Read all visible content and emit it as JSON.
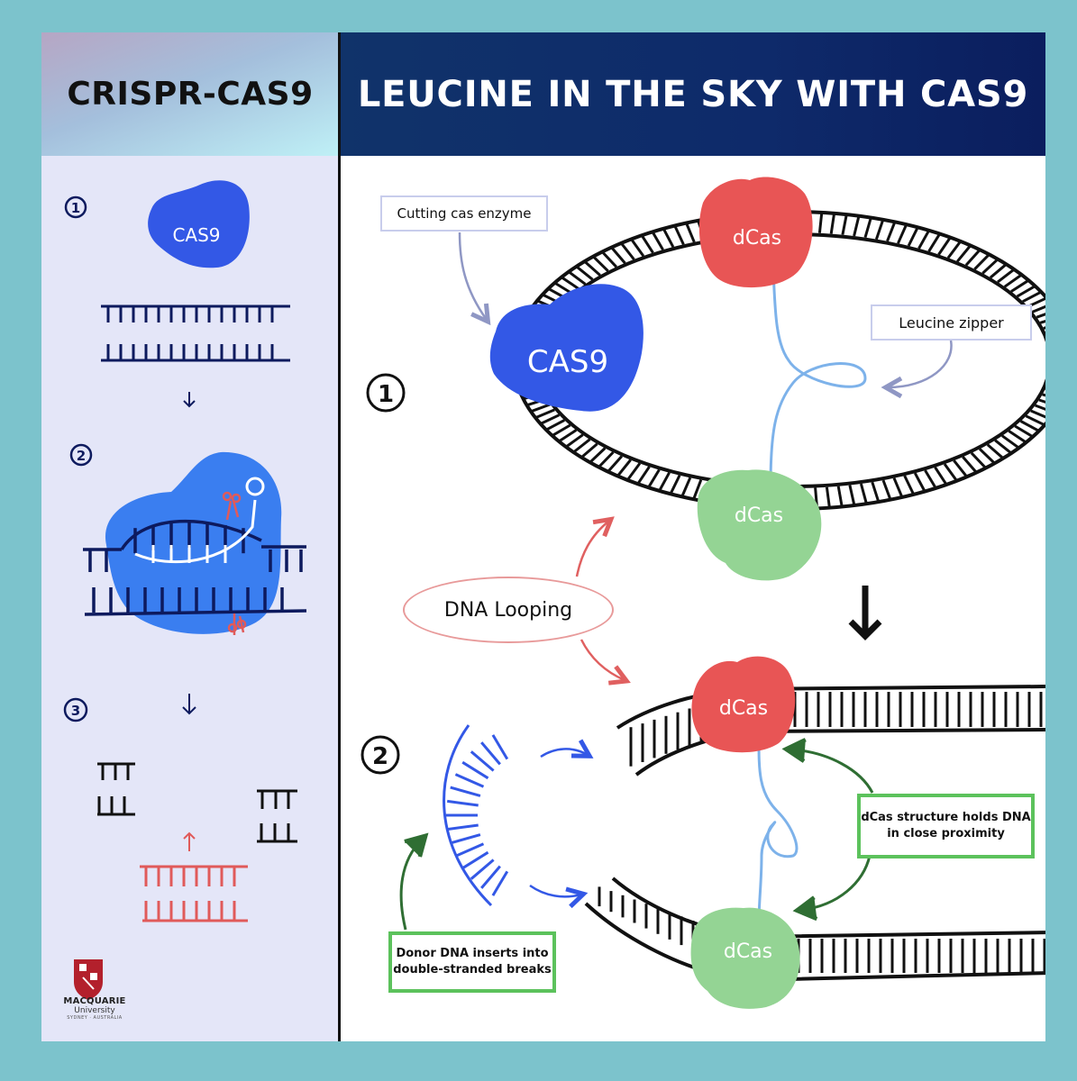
{
  "left_header": {
    "title": "CRISPR-CAS9"
  },
  "right_header": {
    "title": "LEUCINE IN THE SKY WITH CAS9"
  },
  "left_steps": {
    "step1": "1",
    "step2": "2",
    "step3": "3",
    "cas9_small_label": "CAS9"
  },
  "right_steps": {
    "step1": "1",
    "step2": "2"
  },
  "labels": {
    "cutting_cas_enzyme": "Cutting cas enzyme",
    "leucine_zipper": "Leucine zipper",
    "dna_looping": "DNA Looping",
    "dcas_holds_line1": "dCas structure holds DNA",
    "dcas_holds_line2": "in close proximity",
    "donor_line1": "Donor DNA inserts into",
    "donor_line2": "double-stranded breaks"
  },
  "blobs": {
    "cas9": "CAS9",
    "dcas_top_red": "dCas",
    "dcas_top_green": "dCas",
    "dcas_bottom_red": "dCas",
    "dcas_bottom_green": "dCas"
  },
  "logo": {
    "name": "MACQUARIE",
    "sub": "University",
    "tagline": "SYDNEY · AUSTRALIA"
  },
  "colors": {
    "background": "#7cc3cc",
    "header_navy": "#0e2a6a",
    "cas9_blue": "#3358e6",
    "dcas_red": "#e85555",
    "dcas_green": "#94d494",
    "loop_pink": "#e89a9a",
    "box_green": "#5cc25c"
  }
}
